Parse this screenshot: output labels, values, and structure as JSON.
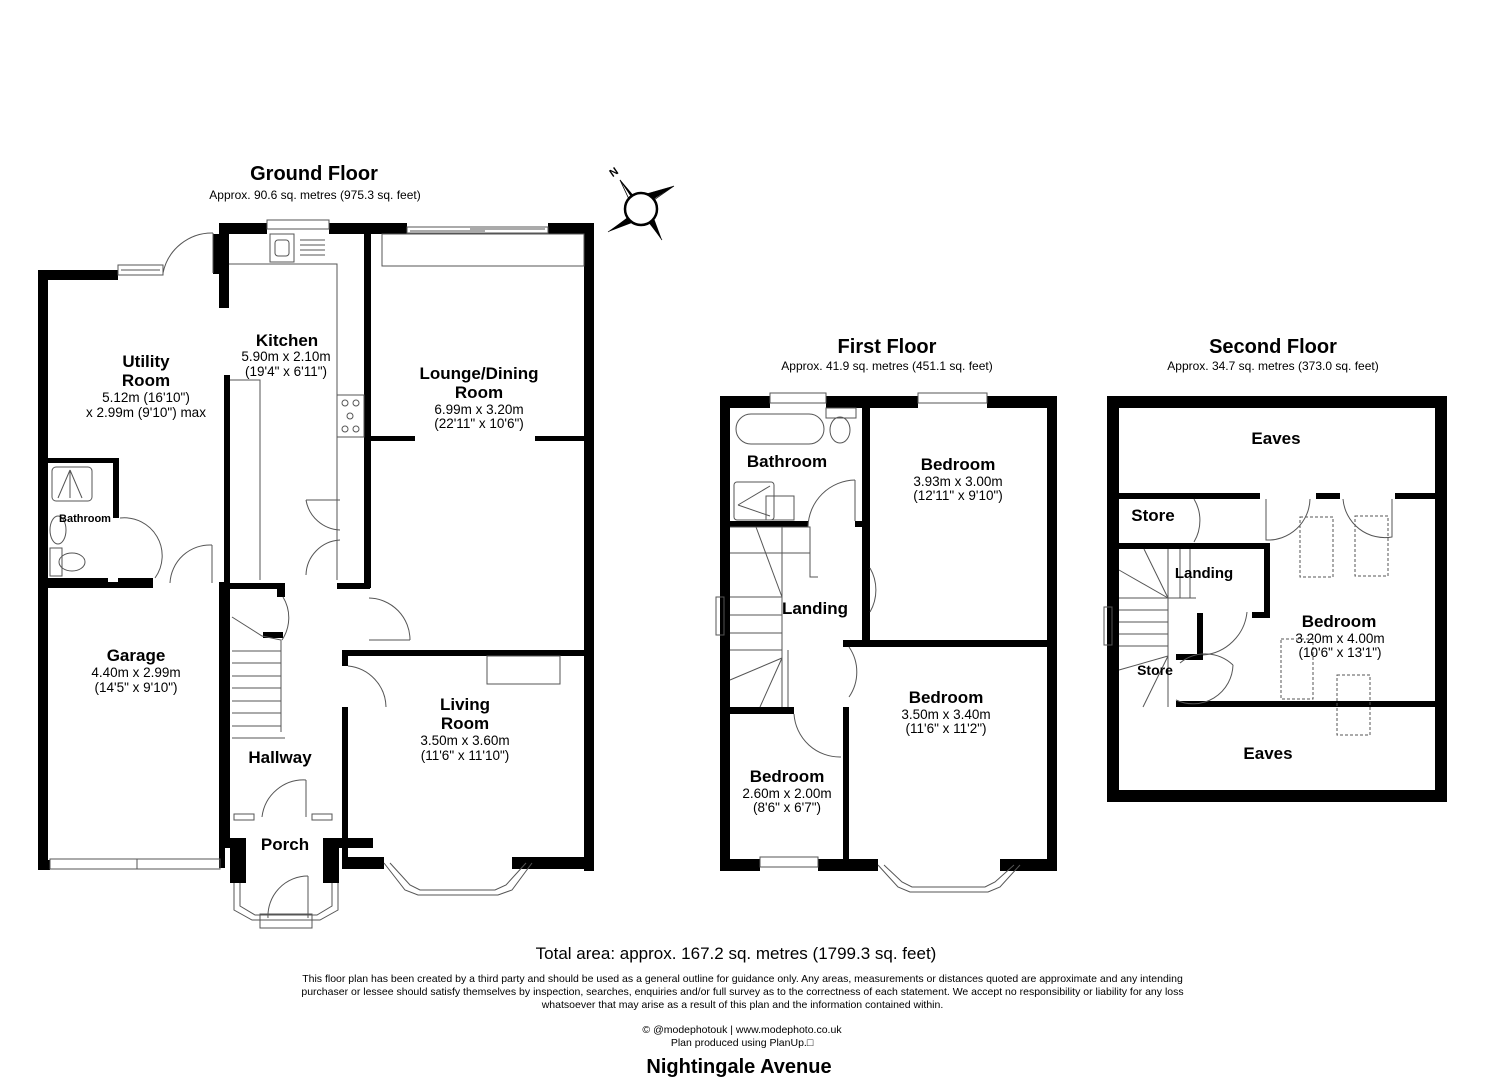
{
  "ground_floor": {
    "title": "Ground Floor",
    "area": "Approx. 90.6 sq. metres (975.3 sq. feet)",
    "rooms": {
      "utility": {
        "name_line1": "Utility",
        "name_line2": "Room",
        "dim1": "5.12m (16'10\")",
        "dim2": "x 2.99m (9'10\") max"
      },
      "kitchen": {
        "name": "Kitchen",
        "dim_m": "5.90m x 2.10m",
        "dim_ft": "(19'4\" x 6'11\")"
      },
      "lounge": {
        "name_line1": "Lounge/Dining",
        "name_line2": "Room",
        "dim_m": "6.99m x 3.20m",
        "dim_ft": "(22'11\" x 10'6\")"
      },
      "bathroom": {
        "name": "Bathroom"
      },
      "garage": {
        "name": "Garage",
        "dim_m": "4.40m x 2.99m",
        "dim_ft": "(14'5\" x 9'10\")"
      },
      "hallway": {
        "name": "Hallway"
      },
      "porch": {
        "name": "Porch"
      },
      "living": {
        "name_line1": "Living",
        "name_line2": "Room",
        "dim_m": "3.50m x 3.60m",
        "dim_ft": "(11'6\" x 11'10\")"
      }
    }
  },
  "first_floor": {
    "title": "First Floor",
    "area": "Approx. 41.9 sq. metres (451.1 sq. feet)",
    "rooms": {
      "bathroom": {
        "name": "Bathroom"
      },
      "bedroom1": {
        "name": "Bedroom",
        "dim_m": "3.93m x 3.00m",
        "dim_ft": "(12'11\" x 9'10\")"
      },
      "landing": {
        "name": "Landing"
      },
      "bedroom2": {
        "name": "Bedroom",
        "dim_m": "3.50m x 3.40m",
        "dim_ft": "(11'6\" x 11'2\")"
      },
      "bedroom3": {
        "name": "Bedroom",
        "dim_m": "2.60m x 2.00m",
        "dim_ft": "(8'6\" x 6'7\")"
      }
    }
  },
  "second_floor": {
    "title": "Second Floor",
    "area": "Approx. 34.7 sq. metres (373.0 sq. feet)",
    "rooms": {
      "eaves_top": {
        "name": "Eaves"
      },
      "store_top": {
        "name": "Store"
      },
      "landing": {
        "name": "Landing"
      },
      "bedroom": {
        "name": "Bedroom",
        "dim_m": "3.20m x 4.00m",
        "dim_ft": "(10'6\" x 13'1\")"
      },
      "store_bottom": {
        "name": "Store"
      },
      "eaves_bottom": {
        "name": "Eaves"
      }
    }
  },
  "compass": {
    "north_label": "N",
    "icon": "compass-rose-icon"
  },
  "footer": {
    "total_area": "Total area: approx. 167.2 sq. metres (1799.3 sq. feet)",
    "disclaimer_line1": "This floor plan has been created by a third party and should be used as a general outline for guidance only. Any areas, measurements or distances quoted are approximate and any intending",
    "disclaimer_line2": "purchaser or lessee should satisfy themselves by inspection, searches, enquiries and/or full survey as to the correctness of each statement. We accept no responsibility or liability for any loss",
    "disclaimer_line3": "whatsoever that may arise as a result of this plan and the information contained within.",
    "credit_line1": "© @modephotouk | www.modephoto.co.uk",
    "credit_line2": "Plan produced using PlanUp.□",
    "address": "Nightingale Avenue"
  },
  "colors": {
    "wall": "#000000",
    "fixture": "#555555",
    "background": "#ffffff"
  }
}
